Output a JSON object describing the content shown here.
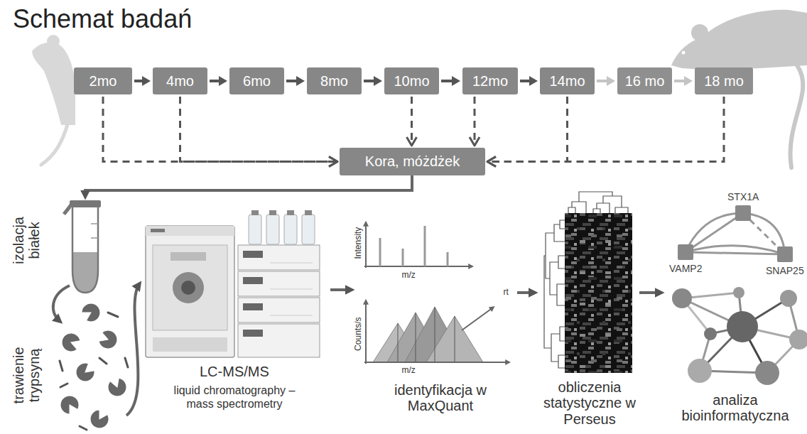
{
  "diagram": {
    "title": "Schemat badań",
    "nodes": [
      {
        "text": [
          "2mo"
        ]
      },
      {
        "text": [
          "4mo"
        ]
      },
      {
        "text": [
          "6mo"
        ]
      },
      {
        "text": [
          "8mo"
        ]
      },
      {
        "text": [
          "10mo"
        ]
      },
      {
        "text": [
          "12mo"
        ]
      },
      {
        "text": [
          "14mo"
        ]
      },
      {
        "text": [
          "16 mo"
        ]
      },
      {
        "text": [
          "18 mo"
        ]
      },
      {
        "text": [
          "Kora, móżdżek"
        ]
      }
    ],
    "edges": [
      {
        "from": 0,
        "to": 1,
        "arrow": "to"
      },
      {
        "from": 1,
        "to": 2,
        "arrow": "to"
      },
      {
        "from": 2,
        "to": 3,
        "arrow": "to"
      },
      {
        "from": 3,
        "to": 4,
        "arrow": "to"
      },
      {
        "from": 4,
        "to": 5,
        "arrow": "to"
      },
      {
        "from": 5,
        "to": 6,
        "arrow": "to"
      },
      {
        "from": 6,
        "to": 7,
        "arrow": "to"
      },
      {
        "from": 7,
        "to": 8,
        "arrow": "to"
      },
      {
        "from": 0,
        "to": 9,
        "arrow": "to"
      },
      {
        "from": 1,
        "to": 9,
        "arrow": "to"
      },
      {
        "from": 4,
        "to": 9,
        "arrow": "to"
      },
      {
        "from": 5,
        "to": 9,
        "arrow": "to"
      },
      {
        "from": 6,
        "to": 9,
        "arrow": "to"
      },
      {
        "from": 8,
        "to": 9,
        "arrow": "to"
      }
    ],
    "labels": [
      "izolacja białek",
      "trawienie trypsyną",
      "LC-MS/MS",
      "liquid chromatography – mass spectrometry",
      "Intensity",
      "m/z",
      "Counts/s",
      "m/z",
      "rt",
      "identyfikacja w MaxQuant",
      "obliczenia statystyczne w Perseus",
      "STX1A",
      "VAMP2",
      "SNAP25",
      "analiza bioinformatyczna"
    ]
  }
}
